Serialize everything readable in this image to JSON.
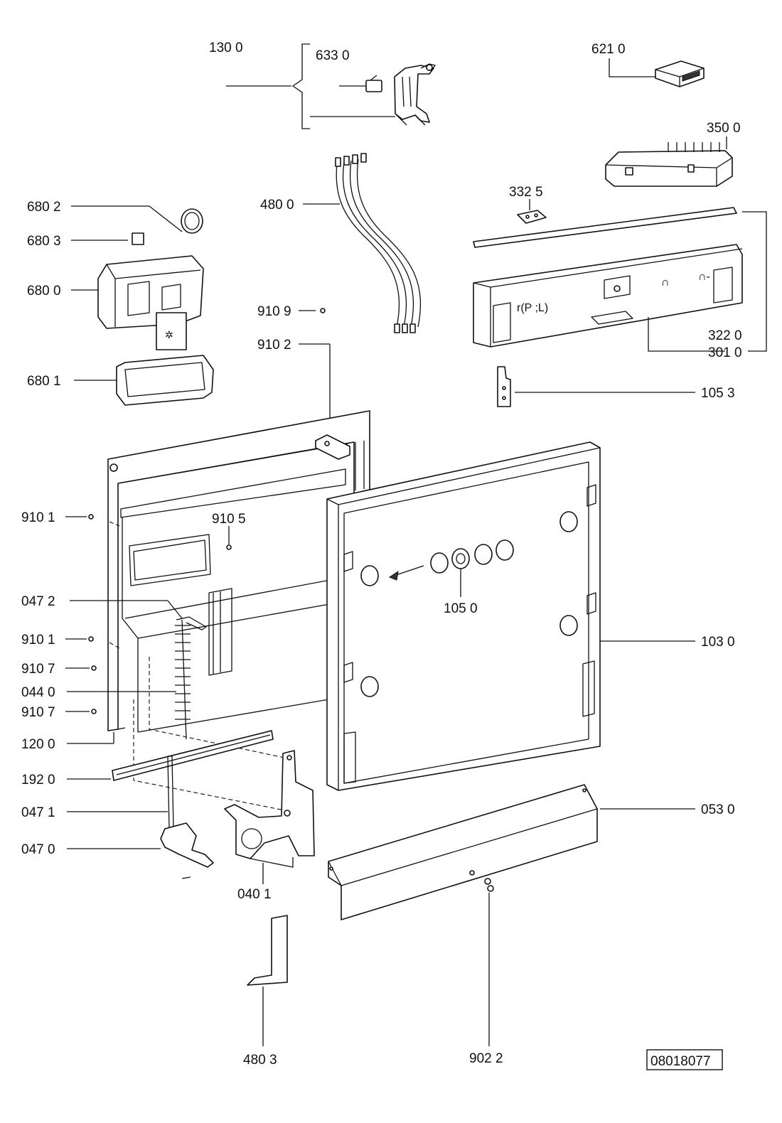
{
  "document_number": "08018077",
  "callouts": {
    "c1300": "130 0",
    "c6330": "633 0",
    "c6210": "621 0",
    "c3500": "350 0",
    "c4800": "480 0",
    "c3325": "332  5",
    "c6802": "680 2",
    "c6803": "680 3",
    "c6800": "680 0",
    "c9109": "910 9",
    "c3220": "322 0",
    "c3010": "301 0",
    "c9102": "910 2",
    "c6801": "680 1",
    "c1053": "105 3",
    "c9101a": "910 1",
    "c9105": "910 5",
    "c0472": "047 2",
    "c1050": "105 0",
    "c9101b": "910 1",
    "c1030": "103 0",
    "c9107a": "910 7",
    "c0440": "044 0",
    "c9107b": "910 7",
    "c1200": "120 0",
    "c1920": "192 0",
    "c0530": "053 0",
    "c0471": "047 1",
    "c0470": "047 0",
    "c0401": "040 1",
    "c4803": "480 3",
    "c9022": "902 2"
  }
}
